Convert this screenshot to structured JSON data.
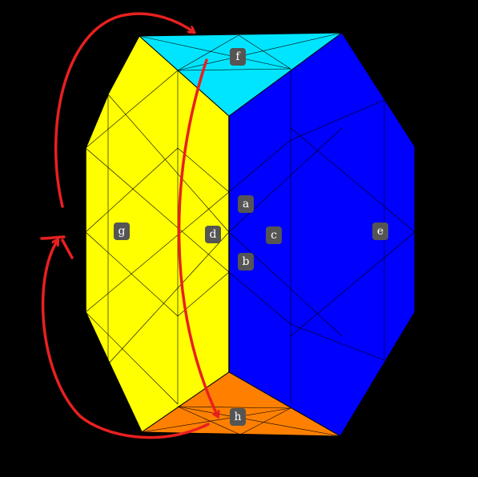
{
  "colors": {
    "background": "#000000",
    "face_top": "#00e5ff",
    "face_left": "#ffff00",
    "face_front": "#0000ff",
    "face_bottom": "#ff8000",
    "edges": "#000000",
    "arrows": "#e82020",
    "label_bg": "#555555",
    "label_text": "#ffffff"
  },
  "labels": {
    "a": "a",
    "b": "b",
    "c": "c",
    "d": "d",
    "e": "e",
    "f": "f",
    "g": "g",
    "h": "h"
  }
}
